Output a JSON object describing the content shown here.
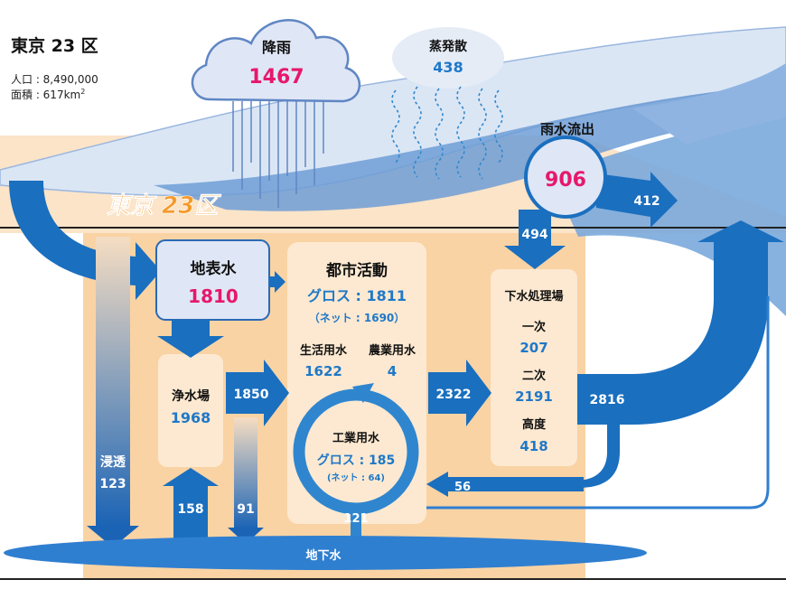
{
  "header": {
    "title": "東京 23 区",
    "population": "人口 : 8,490,000",
    "area_prefix": "面積 : 617km",
    "area_sup": "2"
  },
  "region_label": "東京 23区",
  "rain": {
    "label": "降雨",
    "value": "1467"
  },
  "evap": {
    "label": "蒸発散",
    "value": "438"
  },
  "runoff": {
    "label": "雨水流出",
    "value": "906"
  },
  "surface_water": {
    "label": "地表水",
    "value": "1810"
  },
  "purification": {
    "label": "浄水場",
    "value": "1968"
  },
  "urban": {
    "title": "都市活動",
    "gross": "グロス : 1811",
    "net": "（ネット : 1690）",
    "domestic_label": "生活用水",
    "domestic_value": "1622",
    "agri_label": "農業用水",
    "agri_value": "4"
  },
  "industrial": {
    "label": "工業用水",
    "gross": "グロス : 185",
    "net": "(ネット : 64)"
  },
  "sewage": {
    "title": "下水処理場",
    "primary_label": "一次",
    "primary_value": "207",
    "secondary_label": "二次",
    "secondary_value": "2191",
    "advanced_label": "高度",
    "advanced_value": "418"
  },
  "groundwater_label": "地下水",
  "infiltration": {
    "label": "浸透",
    "value": "123"
  },
  "flows": {
    "runoff_out": "412",
    "runoff_to_sewage": "494",
    "to_urban": "1850",
    "to_sewage": "2322",
    "sewage_out": "2816",
    "reuse": "56",
    "gw_to_purif": "158",
    "purif_to_gw": "91",
    "gw_industrial": "121"
  },
  "colors": {
    "flow_blue": "#1a6fbf",
    "light_blue": "#6b9fd6",
    "cloud": "#dfe6f5",
    "accent": "#e6186c",
    "value_blue": "#1f78c8",
    "region_fill": "#fbd9b0",
    "box_fill": "#fde9d1"
  }
}
